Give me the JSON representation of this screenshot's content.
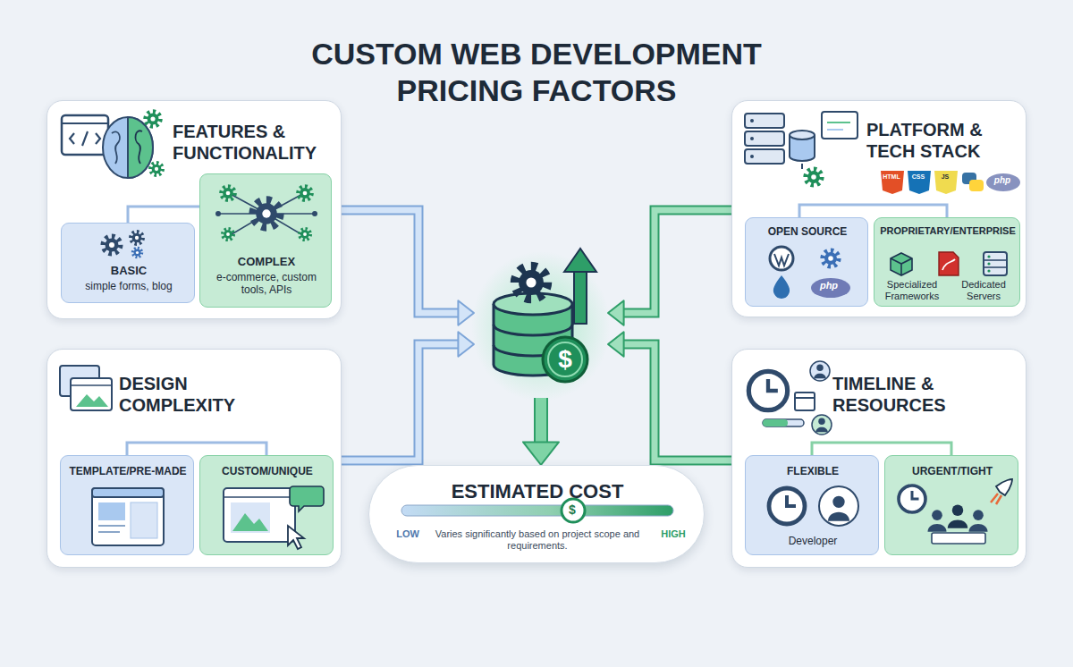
{
  "diagram": {
    "title": "CUSTOM WEB DEVELOPMENT PRICING FACTORS",
    "nodes": [
      {
        "text": [
          "FEATURES & FUNCTIONALITY"
        ]
      },
      {
        "text": [
          "BASIC",
          "simple forms, blog"
        ],
        "in": 0
      },
      {
        "text": [
          "COMPLEX",
          "e-commerce, custom tools, APIs"
        ],
        "in": 0
      },
      {
        "text": [
          "PLATFORM & TECH STACK"
        ]
      },
      {
        "text": [
          "OPEN SOURCE"
        ],
        "in": 3
      },
      {
        "text": [
          "PROPRIETARY/ENTERPRISE",
          "Specialized Frameworks",
          "Dedicated Servers"
        ],
        "in": 3
      },
      {
        "text": [
          "$"
        ]
      },
      {
        "text": [
          "DESIGN COMPLEXITY"
        ]
      },
      {
        "text": [
          "TEMPLATE/PRE-MADE"
        ],
        "in": 7
      },
      {
        "text": [
          "CUSTOM/UNIQUE"
        ],
        "in": 7
      },
      {
        "text": [
          "TIMELINE & RESOURCES"
        ]
      },
      {
        "text": [
          "FLEXIBLE",
          "Developer"
        ],
        "in": 10
      },
      {
        "text": [
          "URGENT/TIGHT"
        ],
        "in": 10
      },
      {
        "text": [
          "ESTIMATED COST",
          "Varies significantly based on project scope and requirements."
        ]
      }
    ],
    "edges": [
      {
        "from": 0,
        "to": 6,
        "arrow": "to"
      },
      {
        "from": 7,
        "to": 6,
        "arrow": "to"
      },
      {
        "from": 3,
        "to": 6,
        "arrow": "to"
      },
      {
        "from": 10,
        "to": 6,
        "arrow": "to"
      },
      {
        "from": 6,
        "to": 13,
        "arrow": "to"
      }
    ],
    "labels": [
      "HTML",
      "CSS",
      "JS",
      "php",
      "php",
      "$",
      "LOW",
      "HIGH"
    ]
  }
}
